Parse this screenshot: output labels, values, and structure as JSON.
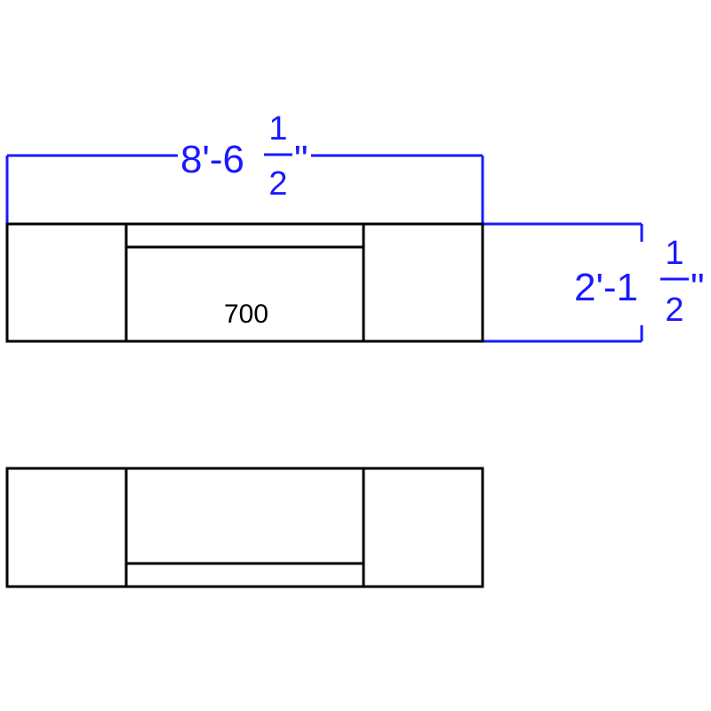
{
  "colors": {
    "outline": "#000000",
    "dimension": "#1a1aff",
    "background": "#ffffff"
  },
  "width_dimension": {
    "whole": "8'-6",
    "numerator": "1",
    "denominator": "2",
    "inch_mark": "\""
  },
  "depth_dimension": {
    "whole": "2'-1",
    "numerator": "1",
    "denominator": "2",
    "inch_mark": "\""
  },
  "top_view": {
    "label": "700"
  }
}
